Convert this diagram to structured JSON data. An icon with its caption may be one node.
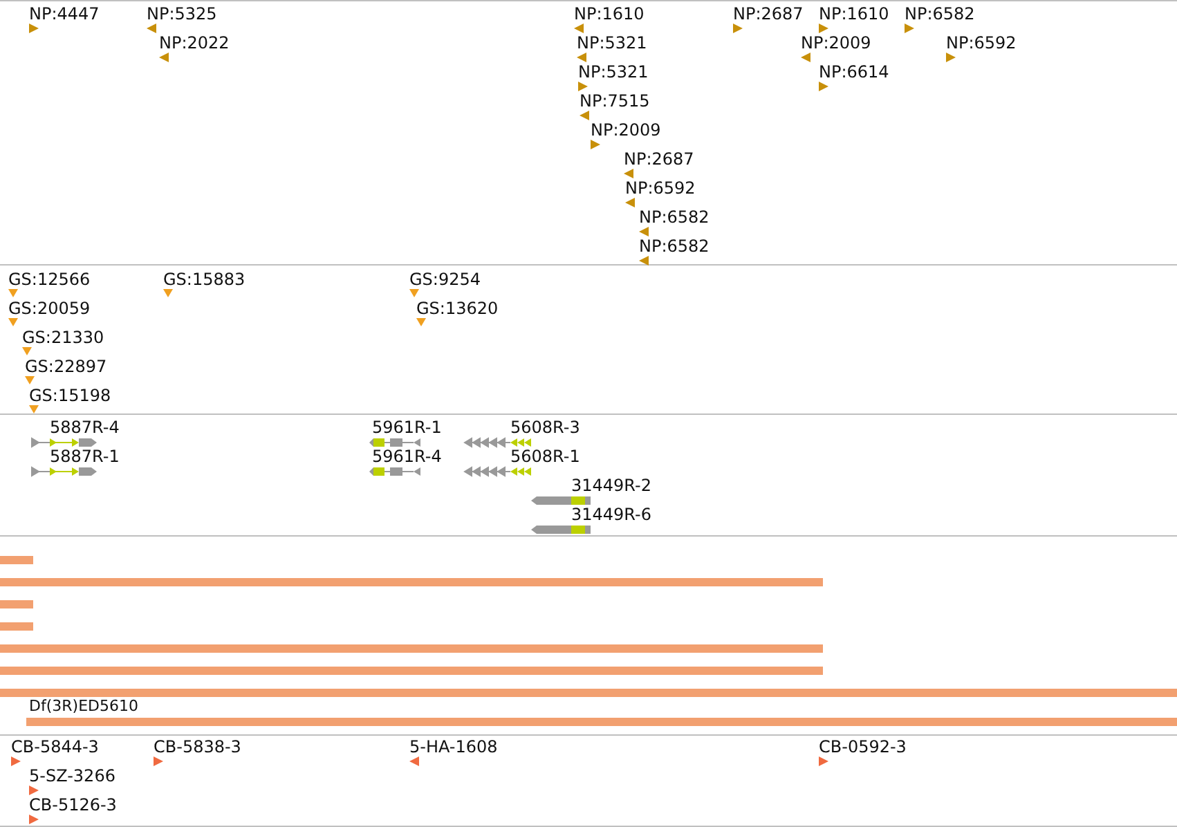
{
  "diagram": {
    "labels": [
      "NP:4447",
      "NP:5325",
      "NP:1610",
      "NP:2687",
      "NP:1610",
      "NP:6582",
      "NP:2022",
      "NP:5321",
      "NP:2009",
      "NP:6592",
      "NP:5321",
      "NP:6614",
      "NP:7515",
      "NP:2009",
      "NP:2687",
      "NP:6592",
      "NP:6582",
      "NP:6582",
      "GS:12566",
      "GS:15883",
      "GS:9254",
      "GS:20059",
      "GS:13620",
      "GS:21330",
      "GS:22897",
      "GS:15198",
      "5887R-4",
      "5961R-1",
      "5608R-3",
      "5887R-1",
      "5961R-4",
      "5608R-1",
      "31449R-2",
      "31449R-6",
      "Df(3R)ED5610",
      "CB-5844-3",
      "CB-5838-3",
      "5-HA-1608",
      "CB-0592-3",
      "5-SZ-3266",
      "CB-5126-3"
    ]
  }
}
